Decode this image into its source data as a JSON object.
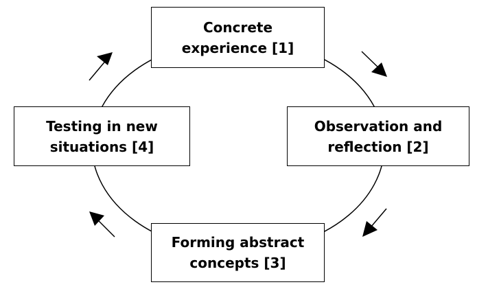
{
  "diagram": {
    "stages": [
      {
        "id": 1,
        "lines": [
          "Concrete",
          "experience [1]"
        ]
      },
      {
        "id": 2,
        "lines": [
          "Observation and",
          "reflection [2]"
        ]
      },
      {
        "id": 3,
        "lines": [
          "Forming abstract",
          "concepts [3]"
        ]
      },
      {
        "id": 4,
        "lines": [
          "Testing in new",
          "situations [4]"
        ]
      }
    ],
    "arrows": [
      "arrow-1-to-2",
      "arrow-2-to-3",
      "arrow-3-to-4",
      "arrow-4-to-1"
    ],
    "colors": {
      "stroke": "#000000",
      "background": "#ffffff"
    }
  }
}
